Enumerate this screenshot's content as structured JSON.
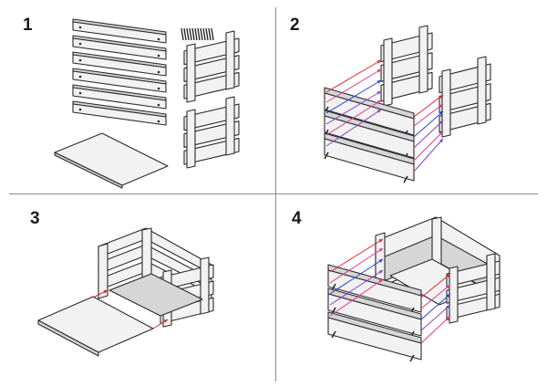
{
  "steps": [
    {
      "number": "1"
    },
    {
      "number": "2"
    },
    {
      "number": "3"
    },
    {
      "number": "4"
    }
  ],
  "colors": {
    "line": "#2b2b2b",
    "face": "#f2f2f2",
    "shade": "#d6d6d6",
    "board": "#cfcfcf",
    "arrow_red": "#d9262b",
    "arrow_pink": "#e03a8e",
    "arrow_purple": "#8a3fc5",
    "arrow_blue": "#2a3fd0",
    "divider": "#8a8a8a"
  },
  "icons": [
    "screw-bundle-icon",
    "assembly-arrow-icon"
  ]
}
